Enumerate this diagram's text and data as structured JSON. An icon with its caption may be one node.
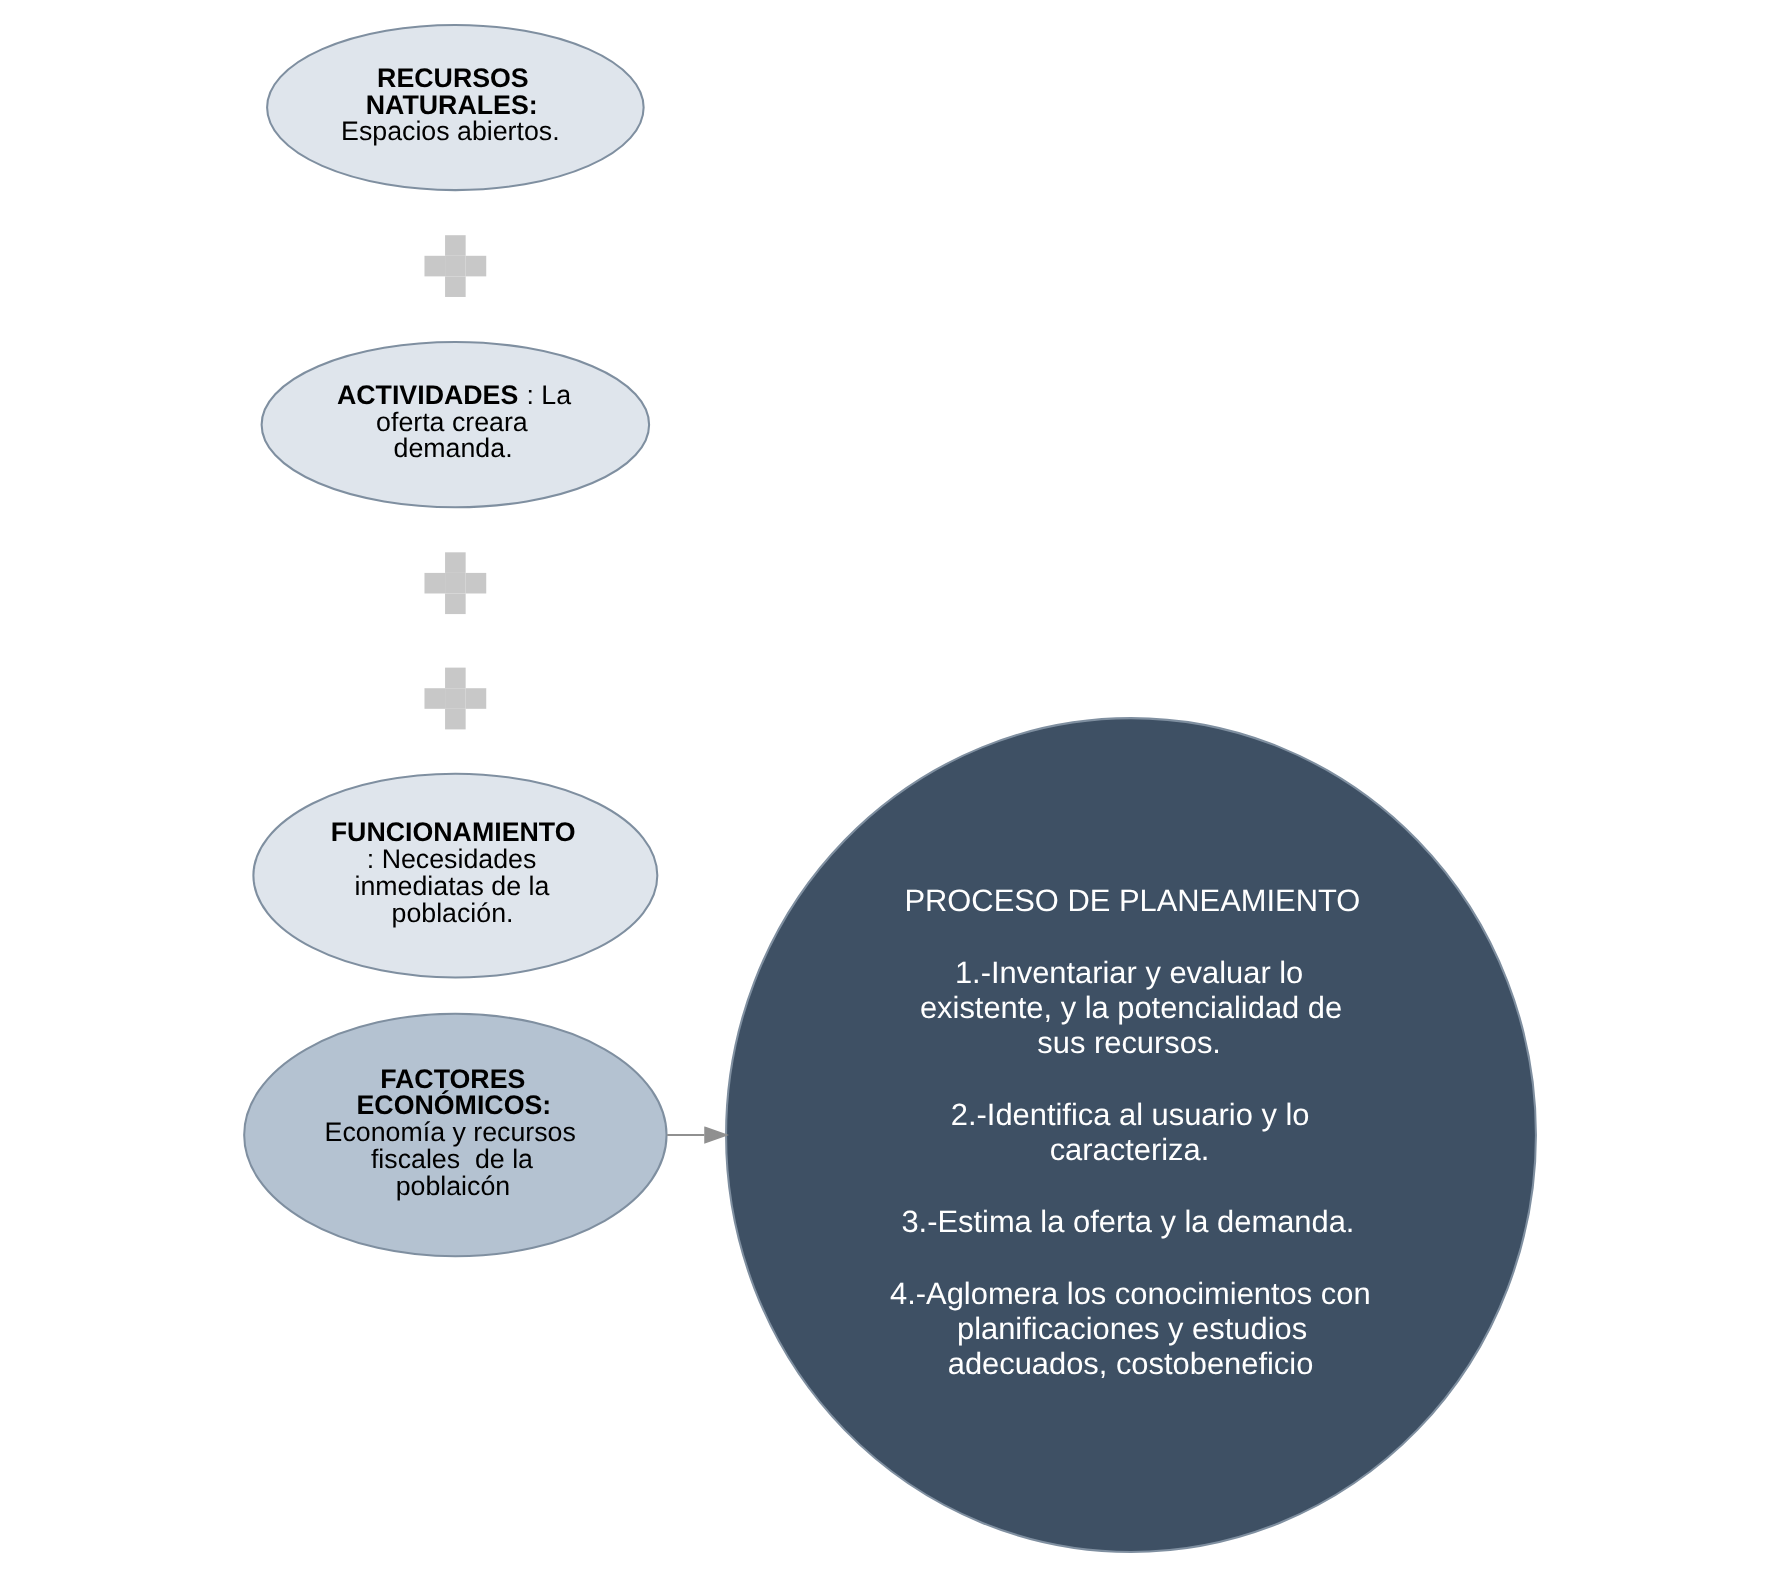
{
  "diagram": {
    "nodes": [
      {
        "text": [
          "**RECURSOS NATURALES:**",
          "Espacios abiertos."
        ]
      },
      {
        "text": [],
        "shape": "plus"
      },
      {
        "text": [
          "**ACTIVIDADES**: La oferta creara demanda."
        ]
      },
      {
        "text": [],
        "shape": "plus"
      },
      {
        "text": [
          "**FACTORES ECONÓMICOS:**",
          "Economía y recursos fiscales  de la poblaicón"
        ]
      },
      {
        "text": [],
        "shape": "plus"
      },
      {
        "text": [
          "**FUNCIONAMIENTO**",
          ": Necesidades inmediatas de la población."
        ]
      },
      {
        "text": [
          "PROCESO DE PLANEAMIENTO",
          "1.-Inventariar y evaluar lo existente, y la potencialidad de sus recursos.",
          "2.-Identifica al usuario y lo caracteriza.",
          "3.-Estima la oferta y la demanda.",
          "4.-Aglomera los conocimientos con planificaciones y estudios adecuados, costobeneficio"
        ]
      }
    ],
    "edges": [
      {
        "from": 4,
        "to": 7,
        "arrow": "to"
      }
    ]
  }
}
